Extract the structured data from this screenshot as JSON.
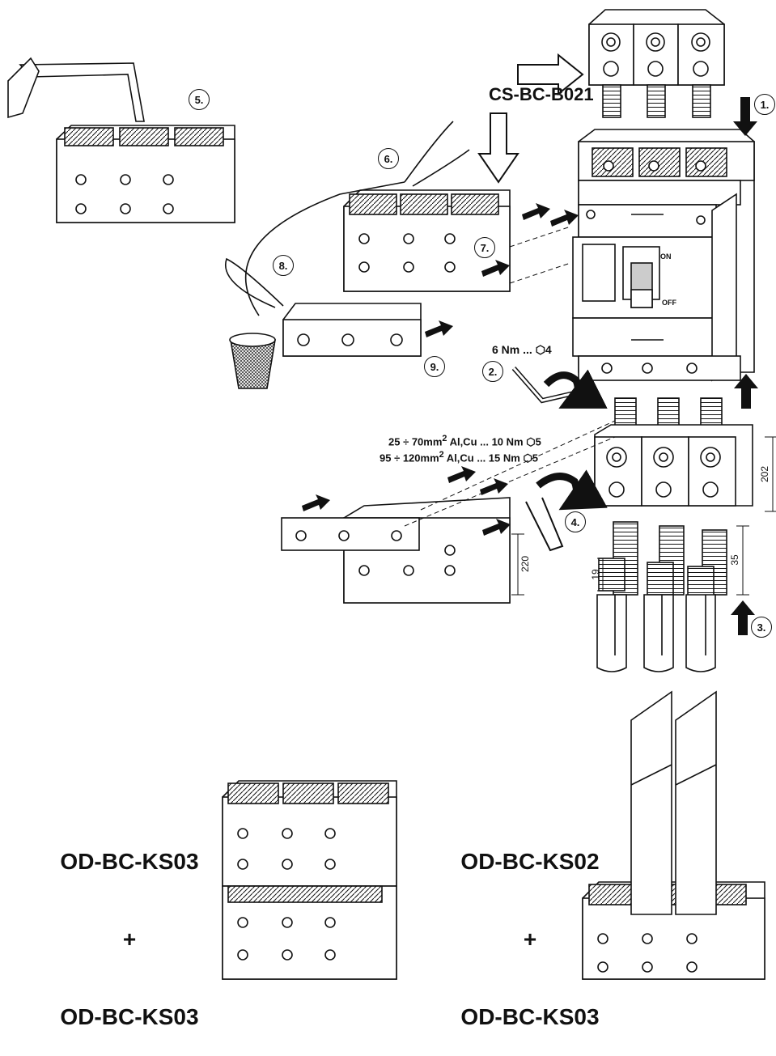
{
  "steps": [
    "1.",
    "2.",
    "3.",
    "4.",
    "5.",
    "6.",
    "7.",
    "8.",
    "9."
  ],
  "codes": {
    "cover": "CS-BC-B021",
    "left_combo_top": "OD-BC-KS03",
    "left_combo_plus": "+",
    "left_combo_bottom": "OD-BC-KS03",
    "right_combo_top": "OD-BC-KS02",
    "right_combo_plus": "+",
    "right_combo_bottom": "OD-BC-KS03"
  },
  "torque": {
    "screw": "6 Nm ... ",
    "screw_hex": "4",
    "cable_a_pre": "25 ÷ 70mm",
    "cable_a_sup": "2",
    "cable_a_post": " Al,Cu ... 10 Nm ",
    "cable_a_hex": "5",
    "cable_b_pre": "95 ÷ 120mm",
    "cable_b_sup": "2",
    "cable_b_post": " Al,Cu ... 15 Nm ",
    "cable_b_hex": "5"
  },
  "dimensions": {
    "d202": "202",
    "d220": "220",
    "d35": "35",
    "d19": "19"
  },
  "breaker": {
    "on": "ON",
    "off": "OFF"
  },
  "colors": {
    "line": "#111111",
    "fill": "#ffffff",
    "grey": "#d8d8d8"
  }
}
